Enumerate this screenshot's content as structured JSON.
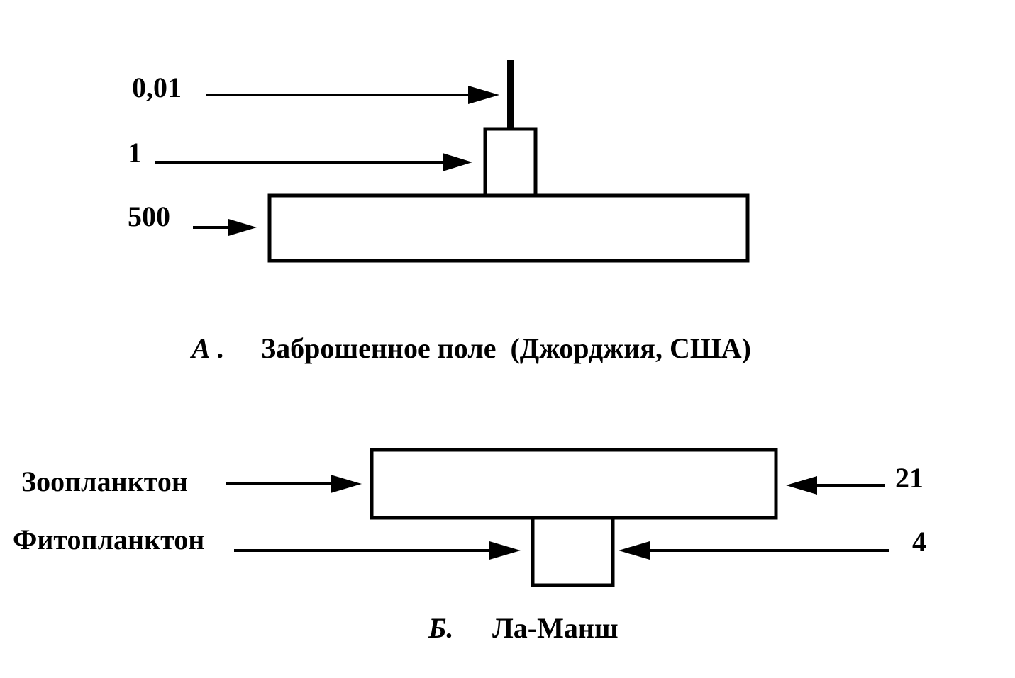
{
  "panel_a": {
    "levels": [
      {
        "value": "0,01"
      },
      {
        "value": "1"
      },
      {
        "value": "500"
      }
    ],
    "caption_letter": "А .",
    "caption_text": "Заброшенное поле  (Джорджия, США)"
  },
  "panel_b": {
    "levels": [
      {
        "name": "Зоопланктон",
        "value": "21"
      },
      {
        "name": "Фитопланктон",
        "value": "4"
      }
    ],
    "caption_letter": "Б.",
    "caption_text": "Ла-Манш"
  },
  "colors": {
    "ink": "#000000",
    "background": "#ffffff"
  }
}
